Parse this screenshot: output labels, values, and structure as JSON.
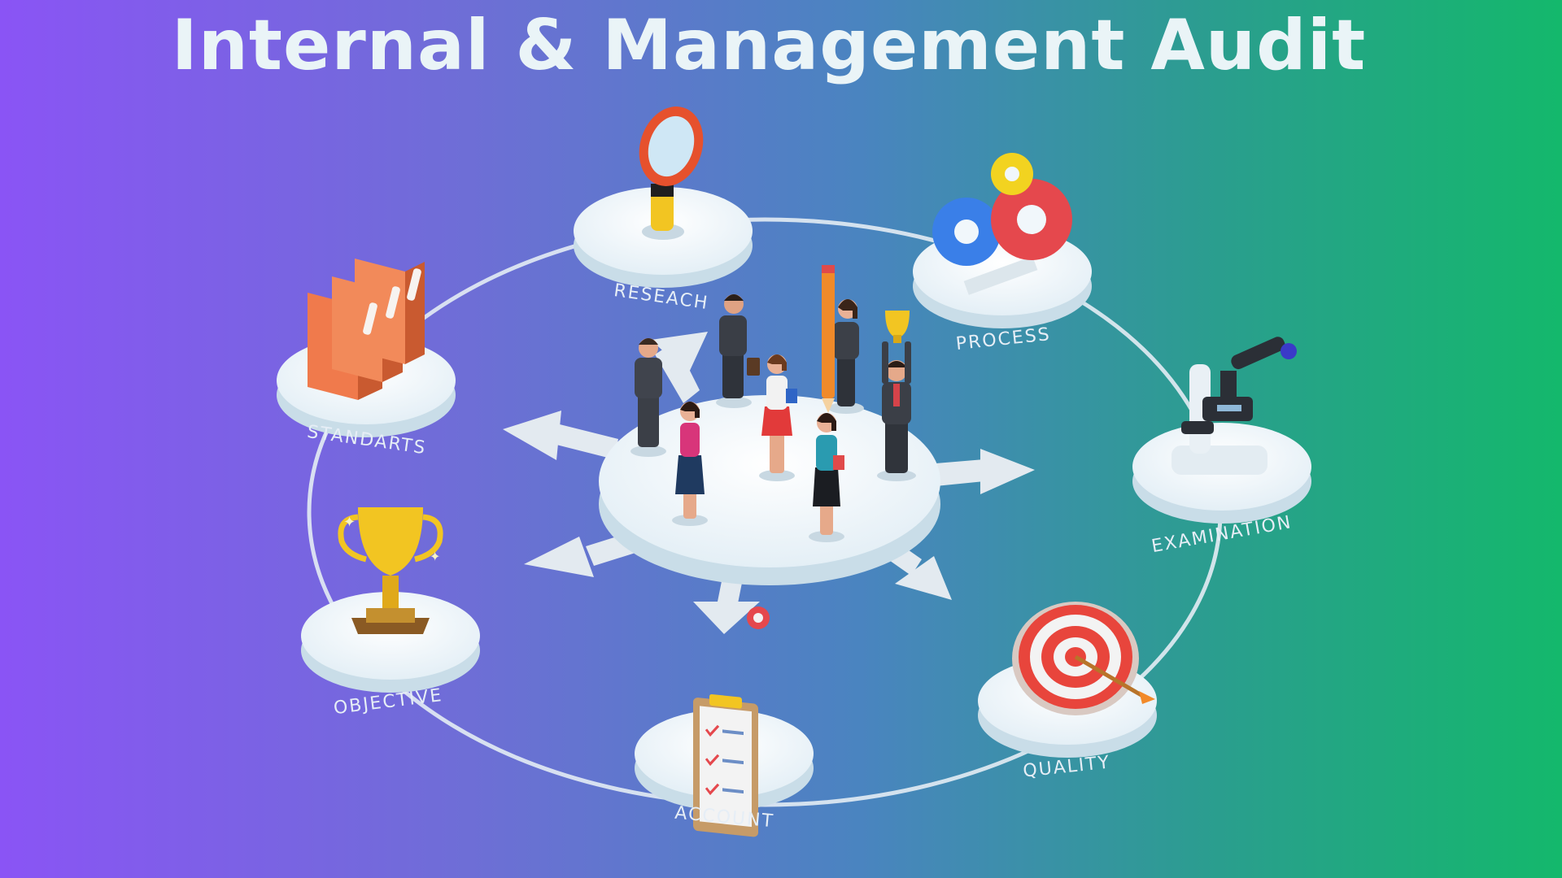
{
  "title": "Internal & Management Audit",
  "colors": {
    "gradient_left": "#8a54f5",
    "gradient_right": "#14b86c",
    "platform": "#f1f7fb",
    "platform_shadow": "#b9d2e0",
    "ring": "#e3ecf4",
    "label": "#e6eef6"
  },
  "nodes": [
    {
      "id": "research",
      "label": "RESEACH",
      "icon": "magnifying-glass-icon"
    },
    {
      "id": "process",
      "label": "PROCESS",
      "icon": "gears-icon"
    },
    {
      "id": "examination",
      "label": "EXAMINATION",
      "icon": "microscope-icon"
    },
    {
      "id": "quality",
      "label": "QUALITY",
      "icon": "target-icon"
    },
    {
      "id": "account",
      "label": "ACCOUNT",
      "icon": "clipboard-checklist-icon"
    },
    {
      "id": "objective",
      "label": "OBJECTIVE",
      "icon": "trophy-icon"
    },
    {
      "id": "standarts",
      "label": "STANDARTS",
      "icon": "binders-icon"
    }
  ],
  "center": {
    "icon": "business-team-icon"
  }
}
